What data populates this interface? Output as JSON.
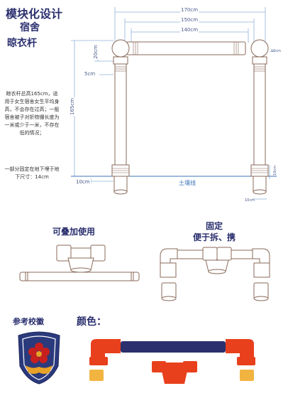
{
  "header": {
    "title_main": "模块化设计",
    "title_sub1": "宿舍",
    "title_sub2": "晾衣杆"
  },
  "description": {
    "height_note": "晾衣杆总高165cm，适用于女生宿舍女生平均身高，不会存在过高；一般宿舍被子对折棕绷长度为一米或少于一米，不存在低的情况；",
    "buried_note": "一部分固定在地下埋于地下尺寸：14cm"
  },
  "dimensions": {
    "w170": "170cm",
    "w150": "150cm",
    "w140": "140cm",
    "h20": "20cm",
    "w5": "5cm",
    "h165": "165cm",
    "w10a": "10cm",
    "w10b": "10cm",
    "h10": "10cm",
    "w10c": "10cm"
  },
  "ground_label": "土壤线",
  "sections": {
    "stackable": "可叠加使用",
    "fixed_line1": "固定",
    "fixed_line2": "便于拆、携",
    "emblem": "参考校徽",
    "colors": "颜色："
  },
  "colors": {
    "frame_line": "#8a6a5a",
    "dim_line": "#8fb3d9",
    "orange_part": "#e8401c",
    "navy_part": "#2b2f6e",
    "yellow_part": "#f2b441",
    "emblem_blue": "#2b3a7c",
    "emblem_red": "#c8201e",
    "emblem_gold": "#e8a227"
  }
}
